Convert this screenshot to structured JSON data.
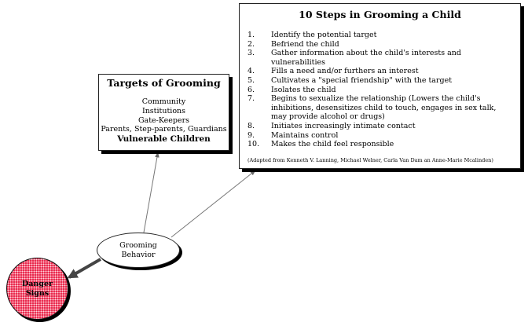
{
  "targets": {
    "title": "Targets of Grooming",
    "items": [
      "Community",
      "Institutions",
      "Gate-Keepers",
      "Parents, Step-parents, Guardians",
      "Vulnerable Children"
    ]
  },
  "steps": {
    "title": "10 Steps in Grooming a Child",
    "items": [
      {
        "num": "1.",
        "text": "Identify the potential target"
      },
      {
        "num": "2.",
        "text": "Befriend the child"
      },
      {
        "num": "3.",
        "text": "Gather information about the child's interests and vulnerabilities"
      },
      {
        "num": "4.",
        "text": "Fills a need and/or furthers an interest"
      },
      {
        "num": "5.",
        "text": "Cultivates a \"special friendship\" with the target"
      },
      {
        "num": "6.",
        "text": "Isolates the child"
      },
      {
        "num": "7.",
        "text": "Begins to sexualize the relationship (Lowers the child's inhibitions, desensitizes child to touch, engages in sex talk, may provide alcohol or drugs)"
      },
      {
        "num": "8.",
        "text": "Initiates increasingly intimate contact"
      },
      {
        "num": "9.",
        "text": "Maintains control"
      },
      {
        "num": "10.",
        "text": "Makes the child feel responsible"
      }
    ],
    "source": "(Adapted from Kenneth V. Lanning, Michael Welner, Carla Van Dam an Anne-Marie Mcalinden)"
  },
  "center_node": {
    "line1": "Grooming",
    "line2": "Behavior"
  },
  "danger_node": {
    "line1": "Danger",
    "line2": "Signs",
    "color": "#e8264a"
  }
}
